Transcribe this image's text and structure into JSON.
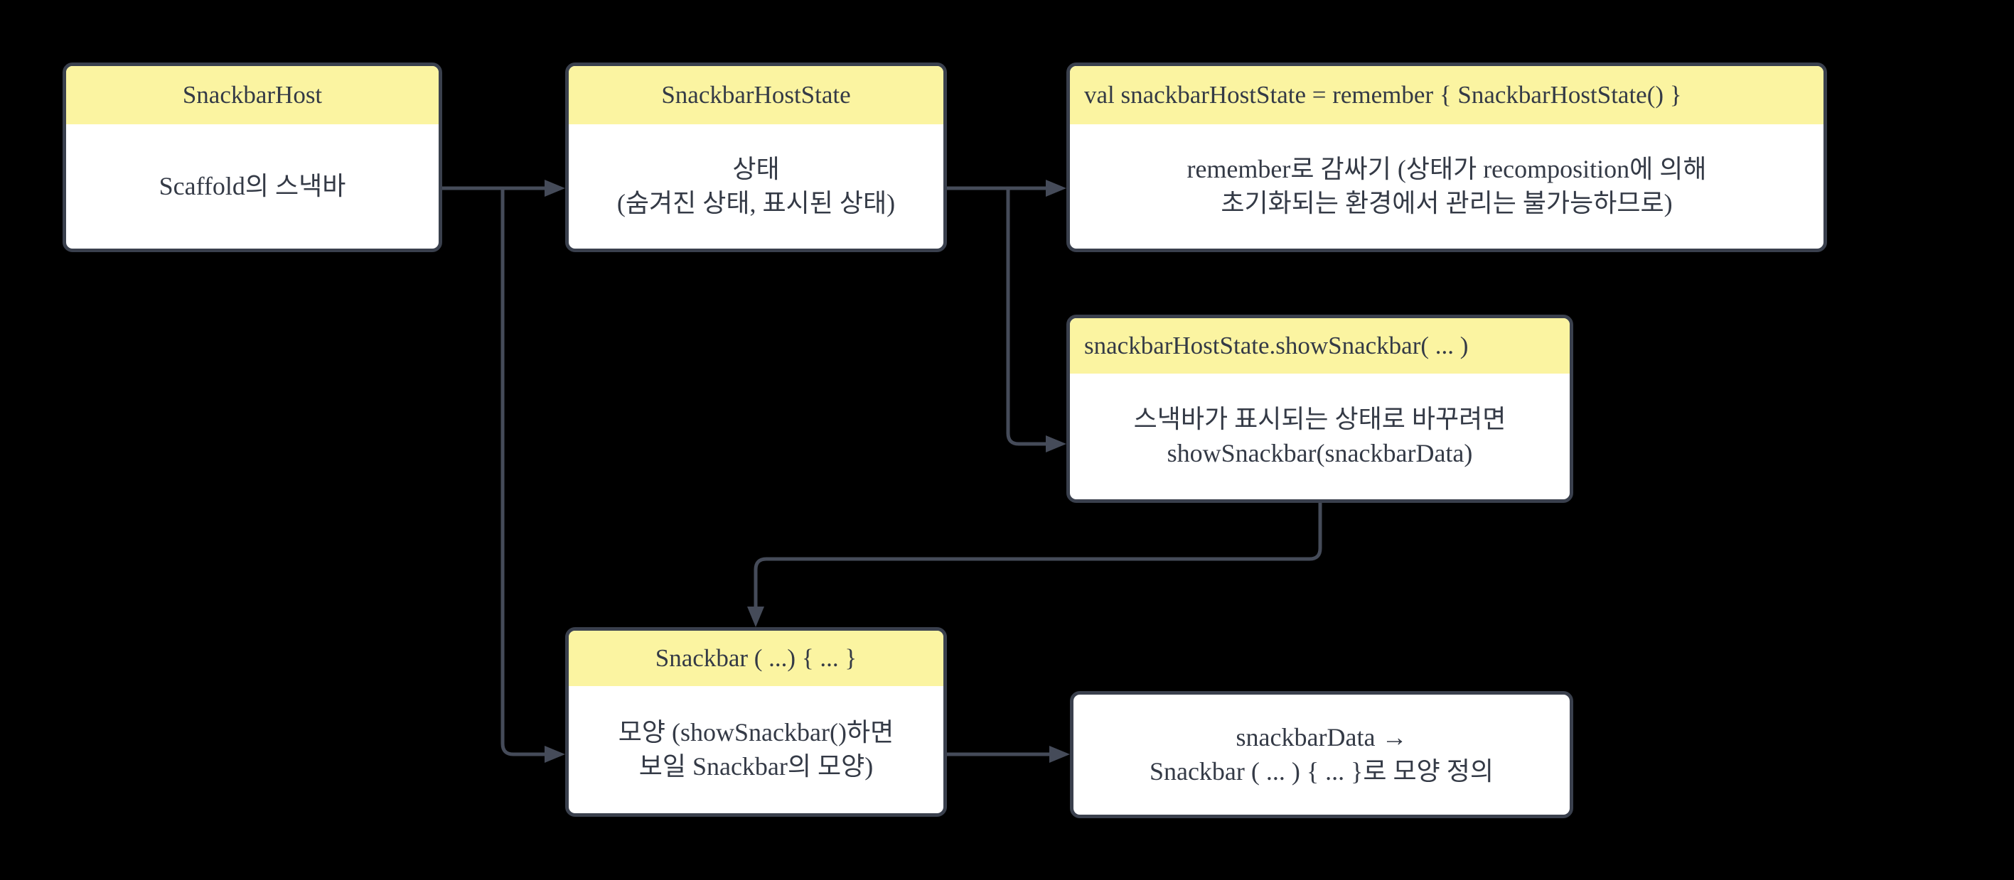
{
  "diagram": {
    "title": "SnackbarHost flow",
    "colors": {
      "background": "#000000",
      "node_header": "#fbf4a1",
      "node_body": "#ffffff",
      "border": "#3a404d",
      "text": "#343a46",
      "edge": "#454b59"
    },
    "nodes": [
      {
        "id": "snackbar-host",
        "header": "SnackbarHost",
        "body": "Scaffold의 스낵바",
        "has_header": true
      },
      {
        "id": "snackbar-host-state",
        "header": "SnackbarHostState",
        "body": "상태\n(숨겨진 상태, 표시된 상태)",
        "has_header": true
      },
      {
        "id": "remember-state",
        "header": "val snackbarHostState = remember { SnackbarHostState() }",
        "body": "remember로 감싸기 (상태가 recomposition에 의해\n초기화되는 환경에서 관리는 불가능하므로)",
        "has_header": true
      },
      {
        "id": "show-snackbar",
        "header": "snackbarHostState.showSnackbar( ... )",
        "body": "스낵바가 표시되는 상태로 바꾸려면\nshowSnackbar(snackbarData)",
        "has_header": true
      },
      {
        "id": "snackbar-composable",
        "header": "Snackbar ( ...) { ... }",
        "body": "모양 (showSnackbar()하면\n보일 Snackbar의 모양)",
        "has_header": true
      },
      {
        "id": "snackbar-data",
        "header": "",
        "body": "snackbarData →\nSnackbar ( ... ) { ... }로 모양 정의",
        "has_header": false
      }
    ],
    "edges": [
      {
        "from": "snackbar-host",
        "to": "snackbar-host-state"
      },
      {
        "from": "snackbar-host",
        "to": "snackbar-composable"
      },
      {
        "from": "snackbar-host-state",
        "to": "remember-state"
      },
      {
        "from": "snackbar-host-state",
        "to": "show-snackbar"
      },
      {
        "from": "show-snackbar",
        "to": "snackbar-composable"
      },
      {
        "from": "snackbar-composable",
        "to": "snackbar-data"
      }
    ]
  }
}
